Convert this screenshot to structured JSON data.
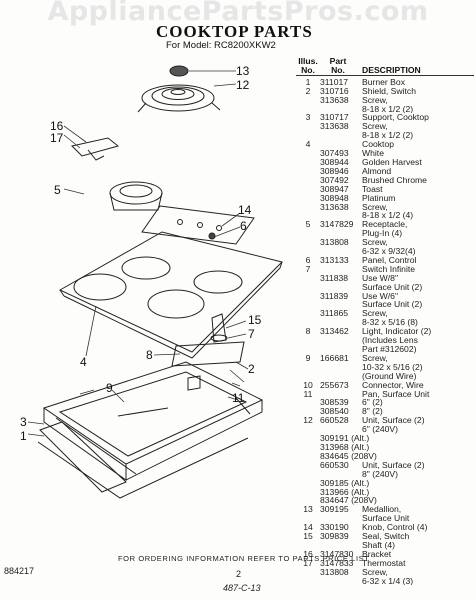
{
  "watermark": "AppliancePartsPros.com",
  "title": "COOKTOP PARTS",
  "model": "For Model: RC8200XKW2",
  "parts": {
    "header_line1": [
      "Illus.",
      "Part"
    ],
    "header_line2": [
      "No.",
      "No.",
      "DESCRIPTION"
    ],
    "rows": [
      [
        "1",
        "311017",
        "Burner Box"
      ],
      [
        "2",
        "310716",
        "Shield, Switch"
      ],
      [
        "",
        "313638",
        "Screw,"
      ],
      [
        "",
        "",
        "8-18 x 1/2 (2)"
      ],
      [
        "3",
        "310717",
        "Support, Cooktop"
      ],
      [
        "",
        "313638",
        "Screw,"
      ],
      [
        "",
        "",
        "8-18 x 1/2 (2)"
      ],
      [
        "4",
        "",
        "Cooktop"
      ],
      [
        "",
        "307493",
        "White"
      ],
      [
        "",
        "308944",
        "Golden Harvest"
      ],
      [
        "",
        "308946",
        "Almond"
      ],
      [
        "",
        "307492",
        "Brushed Chrome"
      ],
      [
        "",
        "308947",
        "Toast"
      ],
      [
        "",
        "308948",
        "Platinum"
      ],
      [
        "",
        "313638",
        "Screw,"
      ],
      [
        "",
        "",
        "8-18 x 1/2 (4)"
      ],
      [
        "5",
        "3147829",
        "Receptacle,"
      ],
      [
        "",
        "",
        "Plug-In (4)"
      ],
      [
        "",
        "313808",
        "Screw,"
      ],
      [
        "",
        "",
        "6-32 x 9/32(4)"
      ],
      [
        "6",
        "313133",
        "Panel, Control"
      ],
      [
        "7",
        "",
        "Switch Infinite"
      ],
      [
        "",
        "311838",
        "Use W/8\""
      ],
      [
        "",
        "",
        "Surface Unit (2)"
      ],
      [
        "",
        "311839",
        "Use W/6\""
      ],
      [
        "",
        "",
        "Surface Unit (2)"
      ],
      [
        "",
        "311865",
        "Screw,"
      ],
      [
        "",
        "",
        "8-32 x 5/16 (8)"
      ],
      [
        "8",
        "313462",
        "Light, Indicator (2)"
      ],
      [
        "",
        "",
        "(Includes Lens"
      ],
      [
        "",
        "",
        "Part #312602)"
      ],
      [
        "9",
        "166681",
        "Screw,"
      ],
      [
        "",
        "",
        "10-32 x 5/16 (2)"
      ],
      [
        "",
        "",
        "(Ground Wire)"
      ],
      [
        "10",
        "255673",
        "Connector, Wire"
      ],
      [
        "11",
        "",
        "Pan, Surface Unit"
      ],
      [
        "",
        "308539",
        "6\" (2)"
      ],
      [
        "",
        "308540",
        "8\" (2)"
      ],
      [
        "12",
        "660528",
        "Unit, Surface (2)"
      ],
      [
        "",
        "",
        "6\" (240V)"
      ],
      [
        "",
        "309191 (Alt.)",
        ""
      ],
      [
        "",
        "313968 (Alt.)",
        ""
      ],
      [
        "",
        "834645 (208V)",
        ""
      ],
      [
        "",
        "660530",
        "Unit, Surface (2)"
      ],
      [
        "",
        "",
        "8\" (240V)"
      ],
      [
        "",
        "309185 (Alt.)",
        ""
      ],
      [
        "",
        "313966 (Alt.)",
        ""
      ],
      [
        "",
        "834647 (208V)",
        ""
      ],
      [
        "13",
        "309195",
        "Medallion,"
      ],
      [
        "",
        "",
        "Surface Unit"
      ],
      [
        "14",
        "330190",
        "Knob, Control (4)"
      ],
      [
        "15",
        "309839",
        "Seal, Switch"
      ],
      [
        "",
        "",
        "Shaft (4)"
      ],
      [
        "16",
        "3147830",
        "Bracket"
      ],
      [
        "17",
        "3147833",
        "Thermostat"
      ],
      [
        "",
        "313808",
        "Screw,"
      ],
      [
        "",
        "",
        "6-32 x 1/4 (3)"
      ]
    ]
  },
  "footer": "FOR ORDERING INFORMATION REFER TO PARTS PRICE LIST",
  "doc_number": "884217",
  "page_number": "2",
  "revision": "487-C-13"
}
